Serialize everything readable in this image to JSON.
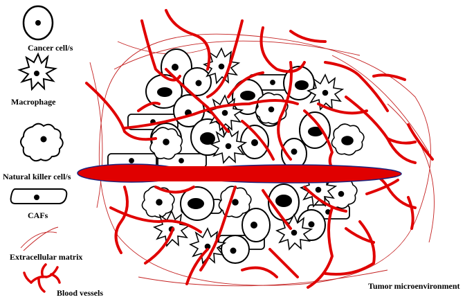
{
  "legend": {
    "cancer_cell": "Cancer cell/s",
    "macrophage": "Macrophage",
    "nk_cell": "Natural killer cell/s",
    "cafs": "CAFs",
    "ecm": "Extracellular matrix",
    "blood_vessels": "Blood vessels"
  },
  "caption": "Tumor microenvironment",
  "colors": {
    "vessel": "#e00000",
    "matrix": "#c42020",
    "cell_stroke": "#000000",
    "nucleus": "#000000",
    "central_vessel_border": "#1a237e"
  },
  "icons": [
    "cancer-cell-icon",
    "macrophage-icon",
    "nk-cell-icon",
    "caf-icon",
    "matrix-fiber-icon",
    "blood-vessel-icon"
  ]
}
